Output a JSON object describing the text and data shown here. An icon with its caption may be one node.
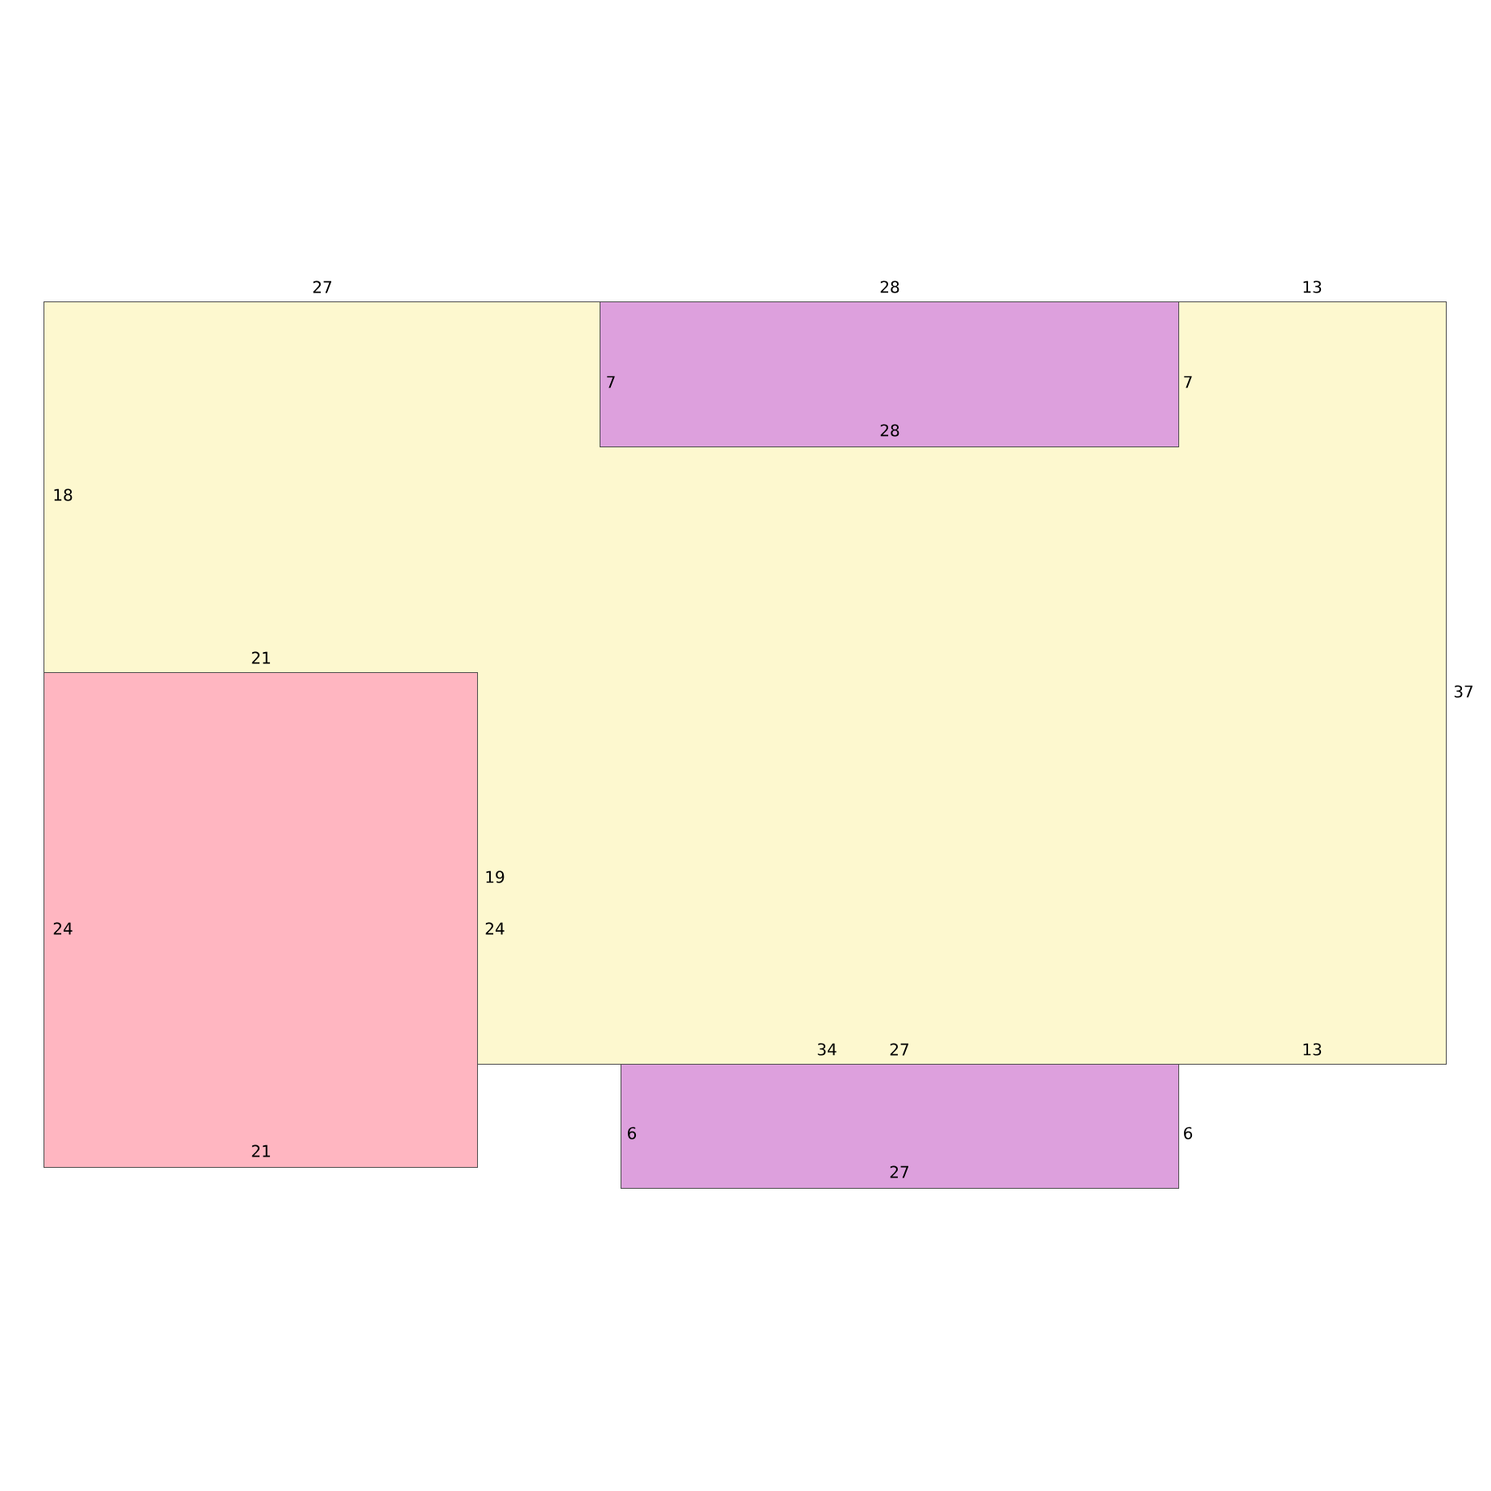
{
  "diagram": {
    "nodes": [
      {
        "text": [],
        "shape": "box"
      },
      {
        "text": [],
        "shape": "box",
        "in": 0
      },
      {
        "text": [],
        "shape": "box"
      },
      {
        "text": [],
        "shape": "box"
      }
    ],
    "labels": [
      "27",
      "28",
      "13",
      "7",
      "7",
      "28",
      "18",
      "21",
      "37",
      "19",
      "24",
      "24",
      "34",
      "27",
      "13",
      "6",
      "6",
      "21",
      "27"
    ]
  }
}
